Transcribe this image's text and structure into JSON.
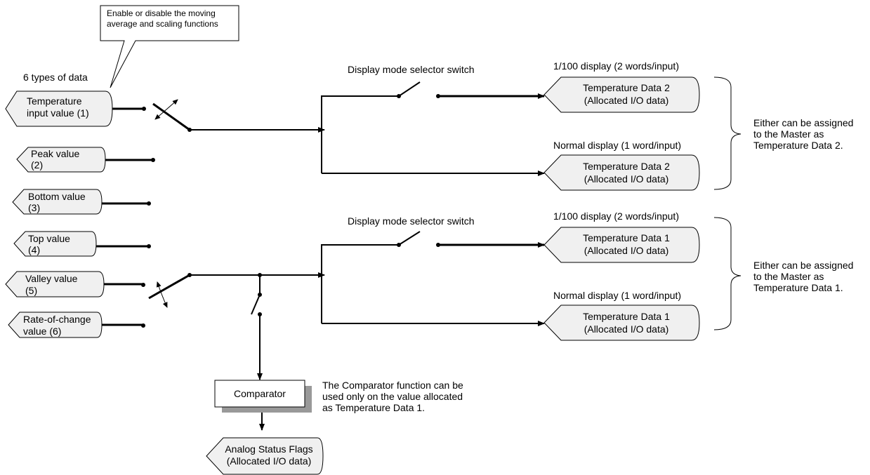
{
  "callout": {
    "line1": "Enable or disable the moving",
    "line2": "average and scaling functions"
  },
  "data_types_label": "6 types of data",
  "inputs": [
    {
      "line1": "Temperature",
      "line2": "input value (1)"
    },
    {
      "line1": "Peak value",
      "line2": "(2)"
    },
    {
      "line1": "Bottom value",
      "line2": "(3)"
    },
    {
      "line1": "Top value",
      "line2": "(4)"
    },
    {
      "line1": "Valley value",
      "line2": "(5)"
    },
    {
      "line1": "Rate-of-change",
      "line2": "value (6)"
    }
  ],
  "switch_label_top": "Display mode selector switch",
  "switch_label_bottom": "Display mode selector switch",
  "outputs": [
    {
      "header": "1/100 display (2 words/input)",
      "line1": "Temperature Data 2",
      "line2": "(Allocated I/O data)"
    },
    {
      "header": "Normal display (1 word/input)",
      "line1": "Temperature Data 2",
      "line2": "(Allocated I/O data)"
    },
    {
      "header": "1/100 display (2 words/input)",
      "line1": "Temperature Data 1",
      "line2": "(Allocated I/O data)"
    },
    {
      "header": "Normal display (1 word/input)",
      "line1": "Temperature Data 1",
      "line2": "(Allocated I/O data)"
    }
  ],
  "assign_note_top": {
    "line1": "Either can be assigned",
    "line2": "to the Master as",
    "line3": "Temperature Data 2."
  },
  "assign_note_bottom": {
    "line1": "Either can be assigned",
    "line2": "to the Master as",
    "line3": "Temperature Data 1."
  },
  "comparator": {
    "label": "Comparator"
  },
  "comparator_note": {
    "line1": "The Comparator function can be",
    "line2": "used only on the value allocated",
    "line3": "as Temperature Data 1."
  },
  "status_flags": {
    "line1": "Analog Status Flags",
    "line2": "(Allocated I/O data)"
  },
  "colors": {
    "shape_fill": "#f0f0f0",
    "stroke": "#000000",
    "shadow": "#999999"
  }
}
